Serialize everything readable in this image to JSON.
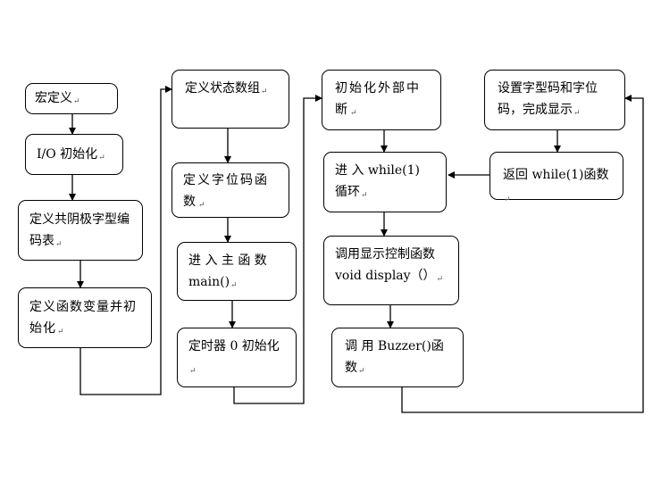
{
  "diagram": {
    "nodes": [
      {
        "id": "macro_def",
        "label": "宏定义"
      },
      {
        "id": "io_init",
        "label": "I/O 初始化"
      },
      {
        "id": "seg_code_table",
        "label": "定义共阴极字型编码表"
      },
      {
        "id": "func_var_init",
        "label": "定义函数变量并初始化"
      },
      {
        "id": "state_array",
        "label": "定义状态数组"
      },
      {
        "id": "digit_func",
        "label": "定义字位码函数"
      },
      {
        "id": "enter_main",
        "label": "进 入 主 函 数 main()"
      },
      {
        "id": "timer_init",
        "label": "定时器 0 初始化"
      },
      {
        "id": "ext_int_init",
        "label": "初始化外部中断"
      },
      {
        "id": "enter_loop",
        "label": "进 入 while(1) 循环"
      },
      {
        "id": "call_display",
        "label": "调用显示控制函数 void display（）"
      },
      {
        "id": "call_buzzer",
        "label": "调 用 Buzzer()函数"
      },
      {
        "id": "set_codes",
        "label": "设置字型码和字位码，完成显示"
      },
      {
        "id": "return_loop",
        "label": "返回 while(1)函数"
      }
    ],
    "paragraph_mark": "↵"
  }
}
